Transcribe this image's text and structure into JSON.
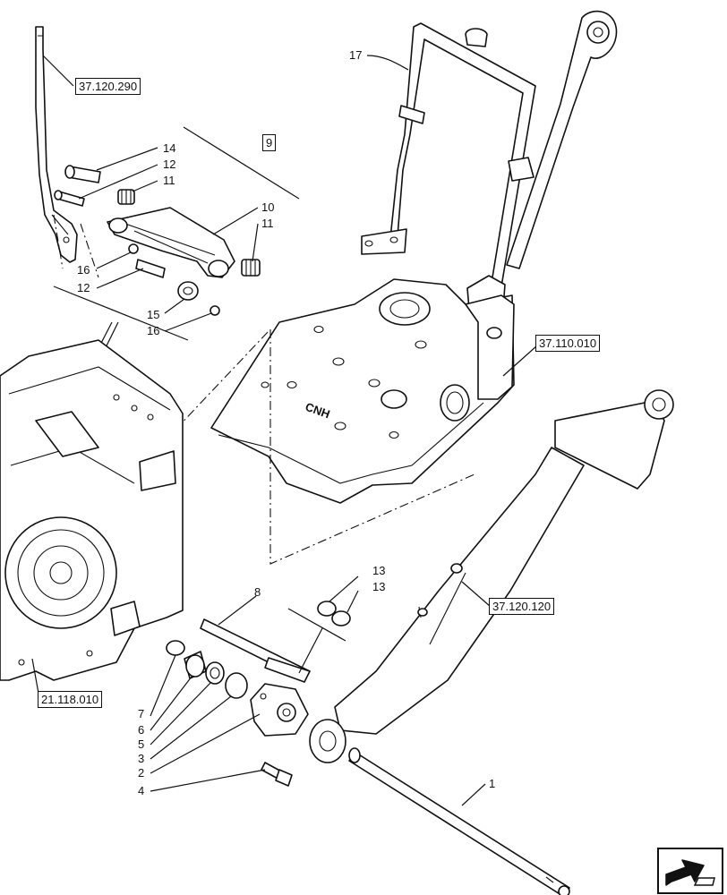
{
  "diagram": {
    "references": {
      "seat_lever": "37.120.290",
      "group": "9",
      "lift_cover": "37.110.010",
      "lift_arm": "37.120.120",
      "transmission": "21.118.010"
    },
    "callouts": {
      "c1": "1",
      "c2": "2",
      "c3": "3",
      "c4": "4",
      "c5": "5",
      "c6": "6",
      "c7": "7",
      "c8": "8",
      "c10": "10",
      "c11a": "11",
      "c11b": "11",
      "c12a": "12",
      "c12b": "12",
      "c13a": "13",
      "c13b": "13",
      "c14": "14",
      "c15": "15",
      "c16a": "16",
      "c16b": "16",
      "c17": "17"
    },
    "cover_logo": "CNH",
    "nav_icon": "next-page-arrow-icon"
  }
}
